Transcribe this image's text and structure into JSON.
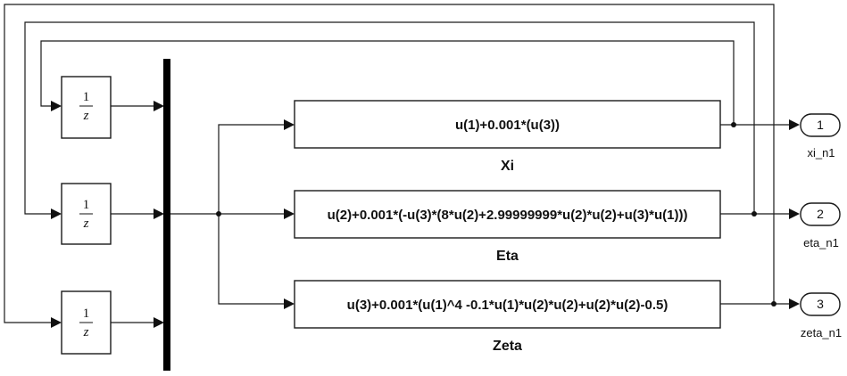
{
  "unit_delays": [
    {
      "numerator": "1",
      "denominator": "z"
    },
    {
      "numerator": "1",
      "denominator": "z"
    },
    {
      "numerator": "1",
      "denominator": "z"
    }
  ],
  "functions": [
    {
      "expression": "u(1)+0.001*(u(3))",
      "name": "Xi"
    },
    {
      "expression": "u(2)+0.001*(-u(3)*(8*u(2)+2.99999999*u(2)*u(2)+u(3)*u(1)))",
      "name": "Eta"
    },
    {
      "expression": "u(3)+0.001*(u(1)^4 -0.1*u(1)*u(2)*u(2)+u(2)*u(2)-0.5)",
      "name": "Zeta"
    }
  ],
  "outports": [
    {
      "number": "1",
      "name": "xi_n1"
    },
    {
      "number": "2",
      "name": "eta_n1"
    },
    {
      "number": "3",
      "name": "zeta_n1"
    }
  ]
}
